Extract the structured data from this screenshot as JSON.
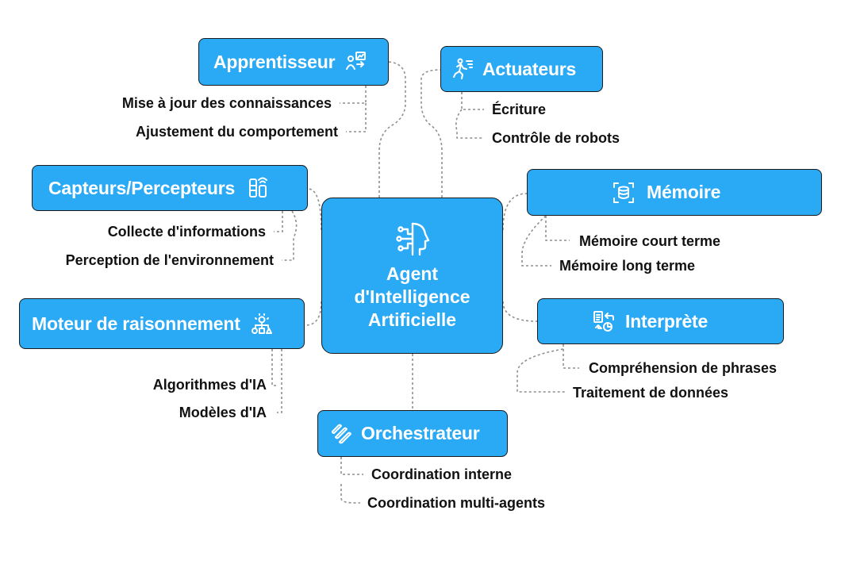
{
  "center": {
    "title_lines": [
      "Agent",
      "d'Intelligence",
      "Artificielle"
    ],
    "icon": "ai-head-icon"
  },
  "colors": {
    "node_fill": "#2aa9f5",
    "border": "#1b1b1b",
    "connector": "#8f8f8f",
    "text": "#111111"
  },
  "nodes": {
    "apprentisseur": {
      "label": "Apprentisseur",
      "icon": "learner-icon",
      "children": [
        "Mise à jour des connaissances",
        "Ajustement du comportement"
      ]
    },
    "actuateurs": {
      "label": "Actuateurs",
      "icon": "runner-icon",
      "children": [
        "Écriture",
        "Contrôle de robots"
      ]
    },
    "capteurs": {
      "label": "Capteurs/Percepteurs",
      "icon": "sensor-icon",
      "children": [
        "Collecte d'informations",
        "Perception de l'environnement"
      ]
    },
    "memoire": {
      "label": "Mémoire",
      "icon": "database-icon",
      "children": [
        "Mémoire court terme",
        "Mémoire long terme"
      ]
    },
    "moteur": {
      "label": "Moteur de raisonnement",
      "icon": "reasoning-icon",
      "children": [
        "Algorithmes d'IA",
        "Modèles d'IA"
      ]
    },
    "interprete": {
      "label": "Interprète",
      "icon": "interpret-icon",
      "children": [
        "Compréhension de phrases",
        "Traitement de données"
      ]
    },
    "orchestrateur": {
      "label": "Orchestrateur",
      "icon": "orchestration-icon",
      "children": [
        "Coordination interne",
        "Coordination multi-agents"
      ]
    }
  }
}
